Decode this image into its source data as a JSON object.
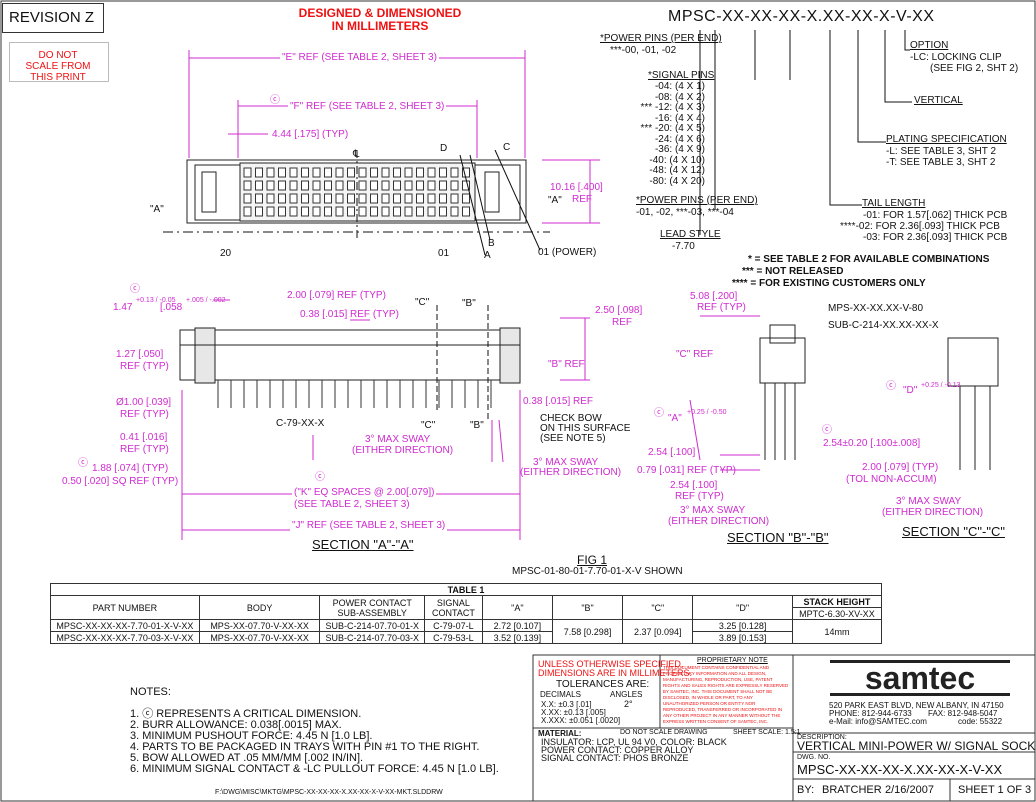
{
  "revision": "REVISION Z",
  "do_not_scale": [
    "DO NOT",
    "SCALE FROM",
    "THIS PRINT"
  ],
  "designed": [
    "DESIGNED & DIMENSIONED",
    "IN MILLIMETERS"
  ],
  "part_code": "MPSC-XX-XX-XX-X.XX-XX-X-V-XX",
  "power_pins_title": "*POWER PINS (PER END)",
  "power_pins_values": "***-00, -01, -02",
  "signal_pins_title": "*SIGNAL PINS",
  "signal_pins": [
    "-04: (4 X 1)",
    "-08: (4 X 2)",
    "*** -12: (4 X 3)",
    "-16: (4 X 4)",
    "*** -20: (4 X 5)",
    "-24: (4 X 6)",
    "-36: (4 X 9)",
    "-40: (4 X 10)",
    "-48: (4 X 12)",
    "-80: (4 X 20)"
  ],
  "power_pins2_title": "*POWER PINS (PER END)",
  "power_pins2_values": "-01, -02, ***-03, ***-04",
  "lead_style_title": "LEAD STYLE",
  "lead_style_value": "-7.70",
  "option_title": "OPTION",
  "option_lines": [
    "-LC: LOCKING CLIP",
    "(SEE FIG 2, SHT 2)"
  ],
  "vertical_title": "VERTICAL",
  "plating_title": "PLATING SPECIFICATION",
  "plating_lines": [
    "-L: SEE TABLE 3, SHT 2",
    "-T: SEE TABLE 3, SHT 2"
  ],
  "tail_title": "TAIL LENGTH",
  "tail_lines": [
    "-01: FOR 1.57[.062] THICK PCB",
    "****-02: FOR 2.36[.093] THICK PCB",
    "-03: FOR 2.36[.093] THICK PCB"
  ],
  "notes_star": [
    "* = SEE TABLE 2 FOR AVAILABLE COMBINATIONS",
    "*** = NOT RELEASED",
    "**** = FOR EXISTING CUSTOMERS ONLY"
  ],
  "top_view": {
    "e_ref": "\"E\" REF (SEE TABLE 2, SHEET 3)",
    "f_ref": "\"F\" REF (SEE TABLE 2, SHEET 3)",
    "dim_444": "4.44 [.175] (TYP)",
    "cl": "℄",
    "d": "D",
    "c": "C",
    "b": "B",
    "a": "A",
    "a_ref_left": "\"A\"",
    "a_ref_right": "\"A\"",
    "h_dim": "10.16 [.400]",
    "h_ref": "REF",
    "pin20": "20",
    "pin01": "01",
    "pin01p": "01 (POWER)"
  },
  "section_aa": {
    "d147": "1.47",
    "d147tol": "+0.13 / -0.05",
    "d058": "[.058",
    "d058tol": "+.005 / -.002",
    "d200": "2.00 [.079] REF (TYP)",
    "d038": "0.38 [.015] REF (TYP)",
    "d250": "2.50 [.098]",
    "ref": "REF",
    "c_sec": "\"C\"",
    "b_sec": "\"B\"",
    "b_ref": "\"B\" REF",
    "d127": "1.27 [.050]",
    "ref_typ": "REF (TYP)",
    "d100": "Ø1.00 [.039]",
    "d041": "0.41 [.016]",
    "c79": "C-79-XX-X",
    "d038b": "0.38 [.015] REF",
    "check_bow": [
      "CHECK BOW",
      "ON THIS SURFACE",
      "(SEE NOTE 5)"
    ],
    "sway1": [
      "3° MAX SWAY",
      "(EITHER DIRECTION)"
    ],
    "sway2": [
      "3° MAX SWAY",
      "(EITHER DIRECTION)"
    ],
    "d188": "1.88 [.074] (TYP)",
    "d050": "0.50 [.020] SQ REF (TYP)",
    "k_eq": "(\"K\" EQ SPACES @ 2.00[.079])",
    "k_ref": "(SEE TABLE 2, SHEET 3)",
    "j_ref": "\"J\" REF (SEE TABLE 2, SHEET 3)",
    "title": "SECTION \"A\"-\"A\""
  },
  "section_bb": {
    "d508": "5.08 [.200]",
    "ref_typ": "REF (TYP)",
    "mps": "MPS-XX-XX.XX-V-80",
    "sub": "SUB-C-214-XX.XX-XX-X",
    "c_ref": "\"C\" REF",
    "a_tol": "\"A\"",
    "a_tol_v": "+0.25 / -0.50",
    "d254": "2.54 [.100]",
    "d079": "0.79 [.031] REF (TYP)",
    "d254b": "2.54 [.100]",
    "ref_typ2": "REF (TYP)",
    "sway": [
      "3° MAX SWAY",
      "(EITHER DIRECTION)"
    ],
    "title": "SECTION \"B\"-\"B\""
  },
  "section_cc": {
    "d_tol": "\"D\"",
    "d_tol_v": "+0.25 / -0.13",
    "d254": "2.54±0.20 [.100±.008]",
    "d200": "2.00 [.079] (TYP)",
    "tol": "(TOL NON-ACCUM)",
    "sway": [
      "3° MAX SWAY",
      "(EITHER DIRECTION)"
    ],
    "title": "SECTION \"C\"-\"C\""
  },
  "fig": {
    "title": "FIG 1",
    "sub": "MPSC-01-80-01-7.70-01-X-V SHOWN"
  },
  "table1": {
    "title": "TABLE 1",
    "headers": [
      "PART NUMBER",
      "BODY",
      "POWER CONTACT SUB-ASSEMBLY",
      "SIGNAL CONTACT",
      "\"A\"",
      "\"B\"",
      "\"C\"",
      "\"D\"",
      "STACK HEIGHT"
    ],
    "header_pc": [
      "POWER CONTACT",
      "SUB-ASSEMBLY"
    ],
    "header_sc": [
      "SIGNAL",
      "CONTACT"
    ],
    "stack_sub": "MPTC-6.30-XV-XX",
    "rows": [
      [
        "MPSC-XX-XX-XX-7.70-01-X-V-XX",
        "MPS-XX-07.70-V-XX-XX",
        "SUB-C-214-07.70-01-X",
        "C-79-07-L",
        "2.72 [0.107]",
        "3.25 [0.128]"
      ],
      [
        "MPSC-XX-XX-XX-7.70-03-X-V-XX",
        "MPS-XX-07.70-V-XX-XX",
        "SUB-C-214-07.70-03-X",
        "C-79-53-L",
        "3.52 [0.139]",
        "3.89 [0.153]"
      ]
    ],
    "b_val": "7.58 [0.298]",
    "c_val": "2.37 [0.094]",
    "stack_val": "14mm"
  },
  "notes": {
    "title": "NOTES:",
    "items": [
      "1. ⓒ REPRESENTS A CRITICAL DIMENSION.",
      "2. BURR ALLOWANCE: 0.038[.0015] MAX.",
      "3. MINIMUM PUSHOUT FORCE: 4.45 N [1.0 LB].",
      "4. PARTS TO BE PACKAGED IN TRAYS WITH PIN #1 TO THE RIGHT.",
      "5. BOW ALLOWED AT .05 MM/MM [.002 IN/IN].",
      "6. MINIMUM SIGNAL CONTACT & -LC PULLOUT FORCE: 4.45 N [1.0 LB]."
    ]
  },
  "filepath": "F:\\DWG\\MISC\\MKTG\\MPSC-XX-XX-XX-X.XX-XX-X-V-XX-MKT.SLDDRW",
  "tolerance": {
    "unless": [
      "UNLESS OTHERWISE SPECIFIED,",
      "DIMENSIONS ARE IN MILLIMETERS."
    ],
    "tol_are": "TOLERANCES ARE:",
    "decimals": "DECIMALS",
    "angles": "ANGLES",
    "xx": "X.X: ±0.3 [.01]",
    "xxx": "X.XX: ±0.13 [.005]",
    "xxxx": "X.XXX: ±0.051 [.0020]",
    "angle_val": "2°",
    "material": "MATERIAL:",
    "mat_lines": [
      "INSULATOR: LCP, UL 94 V0, COLOR: BLACK",
      "POWER CONTACT: COPPER ALLOY",
      "SIGNAL CONTACT: PHOS BRONZE"
    ],
    "dns": "DO NOT SCALE DRAWING",
    "scale": "SHEET SCALE: 1.5:1"
  },
  "proprietary": {
    "title": "PROPRIETARY NOTE",
    "text": "THIS DOCUMENT CONTAINS CONFIDENTIAL AND PROPRIETARY INFORMATION AND ALL DESIGN, MANUFACTURING, REPRODUCTION, USE, PATENT RIGHTS AND SALES RIGHTS ARE EXPRESSLY RESERVED BY SAMTEC, INC. THIS DOCUMENT SHALL NOT BE DISCLOSED, IN WHOLE OR PART, TO ANY UNAUTHORIZED PERSON OR ENTITY NOR REPRODUCED, TRANSFERRED OR INCORPORATED IN ANY OTHER PROJECT IN ANY MANNER WITHOUT THE EXPRESS WRITTEN CONSENT OF SAMTEC, INC."
  },
  "samtec": {
    "logo": "samtec",
    "address": "520 PARK EAST BLVD, NEW ALBANY, IN 47150",
    "phone": "PHONE: 812-944-6733",
    "fax": "FAX: 812-948-5047",
    "email": "e-Mail: info@SAMTEC.com",
    "code": "code: 55322"
  },
  "title_block": {
    "desc_label": "DESCRIPTION:",
    "desc": "VERTICAL MINI-POWER W/ SIGNAL SOCKET",
    "dwg_label": "DWG. NO.",
    "dwg": "MPSC-XX-XX-XX-X.XX-XX-X-V-XX",
    "by": "BY:",
    "by_name": "BRATCHER",
    "date": "2/16/2007",
    "sheet": "SHEET 1 OF 3"
  }
}
